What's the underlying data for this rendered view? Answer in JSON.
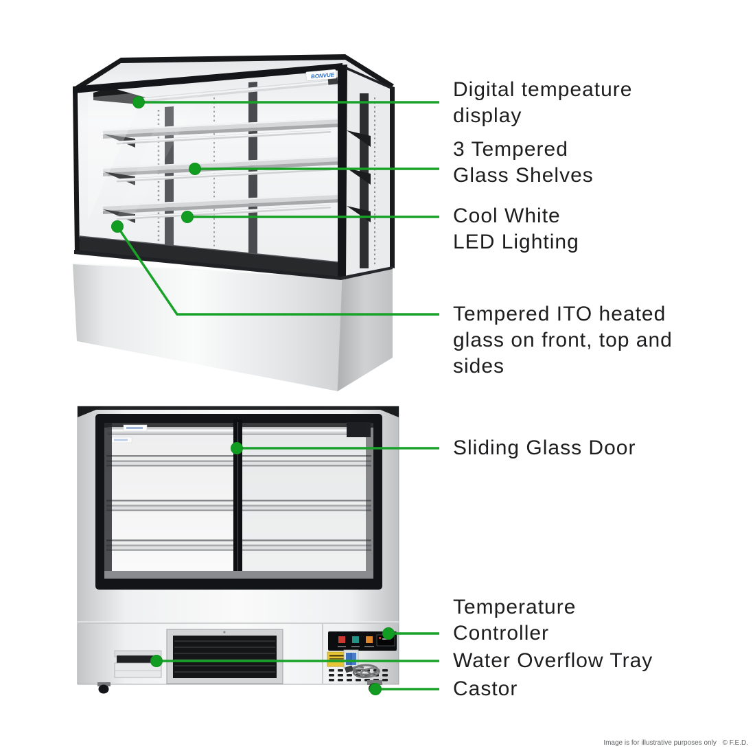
{
  "page": {
    "background": "#ffffff"
  },
  "colors": {
    "accent_green": "#18A228",
    "dot_green": "#139C22",
    "label_text": "#1D1D1F",
    "footer_text": "#5F6163",
    "frame_black": "#17181A",
    "brand_blue": "#2B6FC4",
    "stainless": "#E8EAEC"
  },
  "product": {
    "brand_label": "BONVUE"
  },
  "callouts": [
    {
      "id": "digital-temperature-display",
      "lines": [
        "Digital tempeature",
        "display"
      ]
    },
    {
      "id": "tempered-glass-shelves",
      "lines": [
        "3 Tempered",
        "Glass Shelves"
      ]
    },
    {
      "id": "led-lighting",
      "lines": [
        "Cool White",
        "LED Lighting"
      ]
    },
    {
      "id": "ito-heated-glass",
      "lines": [
        "Tempered ITO heated",
        "glass on front, top and",
        "sides"
      ]
    },
    {
      "id": "sliding-glass-door",
      "lines": [
        "Sliding Glass Door"
      ]
    },
    {
      "id": "temperature-controller",
      "lines": [
        "Temperature",
        "Controller"
      ]
    },
    {
      "id": "water-overflow-tray",
      "lines": [
        "Water Overflow Tray"
      ]
    },
    {
      "id": "castor",
      "lines": [
        "Castor"
      ]
    }
  ],
  "footer": {
    "disclaimer": "Image is for illustrative purposes only",
    "copyright": "© F.E.D."
  }
}
